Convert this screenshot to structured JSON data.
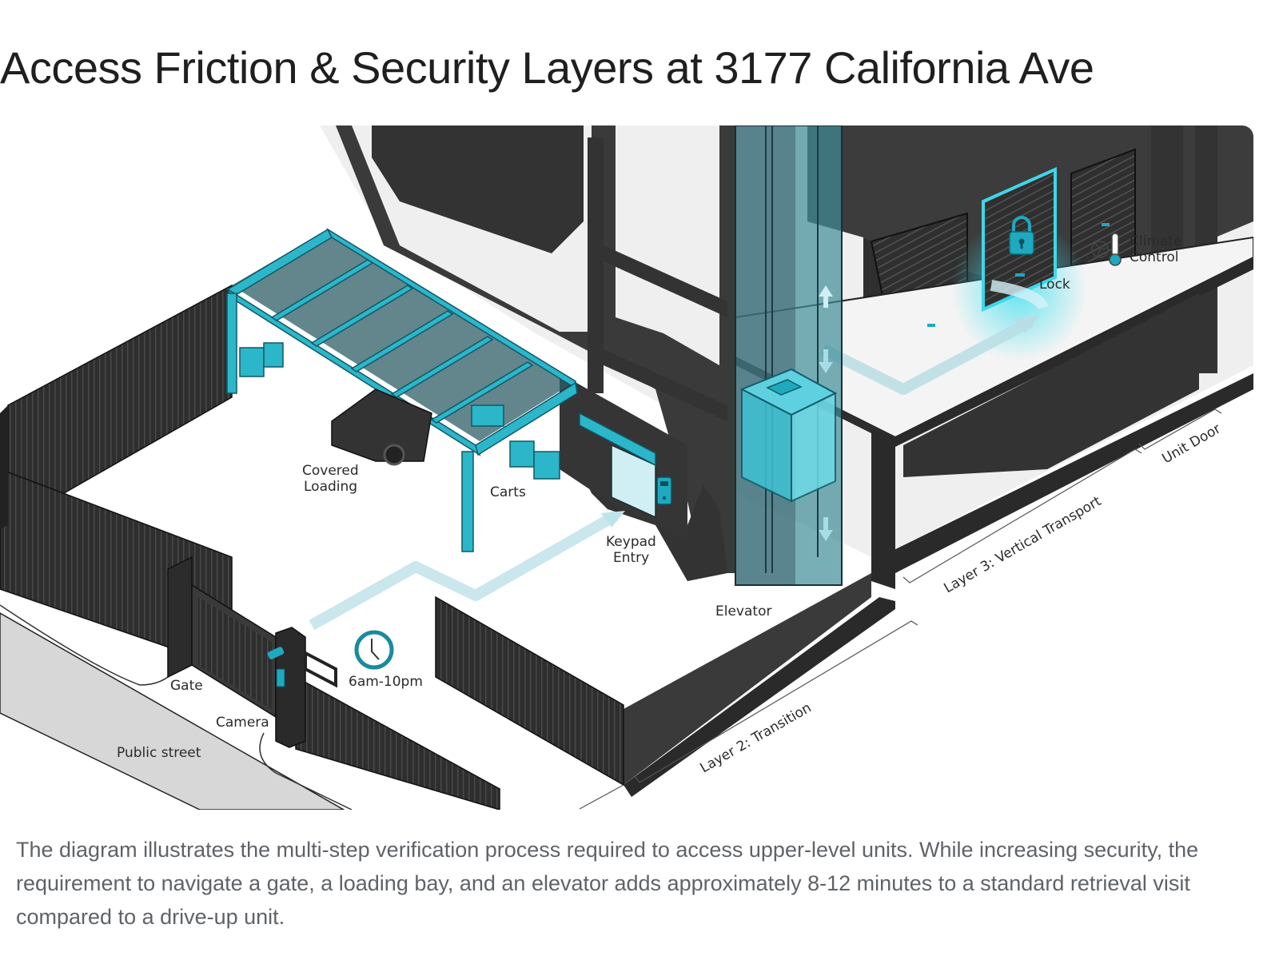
{
  "page": {
    "title": "Access Friction & Security Layers at 3177 California Ave",
    "caption": "The diagram illustrates the multi-step verification process required to access upper-level units. While increasing security, the requirement to navigate a gate, a loading bay, and an elevator adds approximately 8-12 minutes to a standard retrieval visit compared to a drive-up unit."
  },
  "diagram": {
    "accent_color": "#1fa9bf",
    "dark_color": "#333333",
    "path_color": "#cfe9ee",
    "street_color": "#d7d7d7",
    "labels": {
      "public_street": "Public street",
      "gate": "Gate",
      "camera": "Camera",
      "hours": "6am-10pm",
      "covered_loading": [
        "Covered",
        "Loading"
      ],
      "carts": "Carts",
      "keypad_entry": [
        "Keypad",
        "Entry"
      ],
      "elevator": "Elevator",
      "lock": "Lock",
      "climate_control": [
        "Climate",
        "Control"
      ]
    },
    "layers": [
      {
        "label": "Layer 2: Transition"
      },
      {
        "label": "Layer 3: Vertical Transport"
      },
      {
        "label": "Unit Door"
      }
    ],
    "icons": [
      "clock-icon",
      "camera-icon",
      "keypad-icon",
      "padlock-icon",
      "fan-icon",
      "thermometer-icon",
      "arrow-up-icon",
      "arrow-down-icon"
    ]
  }
}
